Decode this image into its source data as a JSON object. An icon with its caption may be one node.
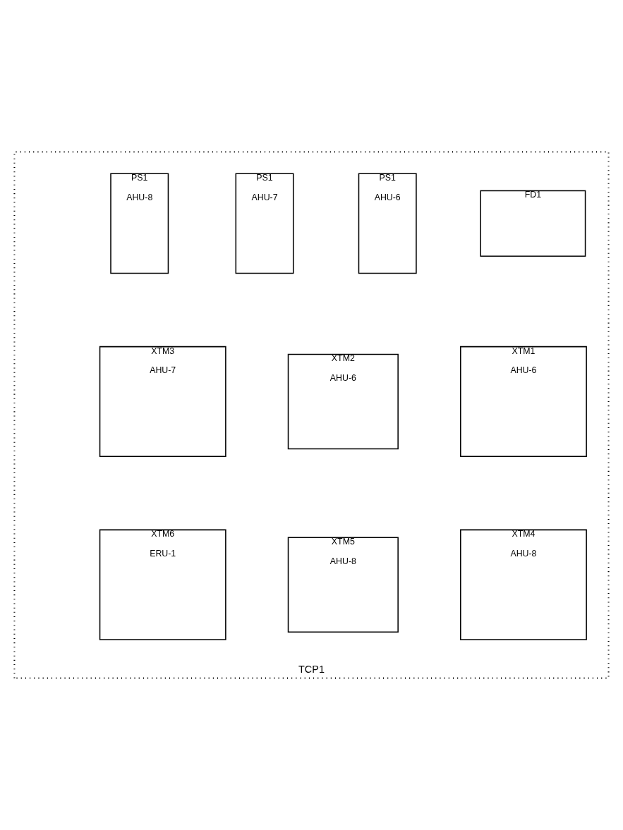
{
  "diagram": {
    "nodes": [
      {
        "text": [
          "TCP1"
        ]
      },
      {
        "text": [
          "FD1"
        ],
        "in": 0
      },
      {
        "text": [
          "PS1",
          "AHU-6"
        ],
        "in": 0
      },
      {
        "text": [
          "PS1",
          "AHU-7"
        ],
        "in": 0
      },
      {
        "text": [
          "PS1",
          "AHU-8"
        ],
        "in": 0
      },
      {
        "text": [
          "XTM1",
          "AHU-6"
        ],
        "in": 0
      },
      {
        "text": [
          "XTM2",
          "AHU-6"
        ],
        "in": 0
      },
      {
        "text": [
          "XTM3",
          "AHU-7"
        ],
        "in": 0
      },
      {
        "text": [
          "XTM4",
          "AHU-8"
        ],
        "in": 0
      },
      {
        "text": [
          "XTM5",
          "AHU-8"
        ],
        "in": 0
      },
      {
        "text": [
          "XTM6",
          "ERU-1"
        ],
        "in": 0
      }
    ],
    "edges": []
  }
}
